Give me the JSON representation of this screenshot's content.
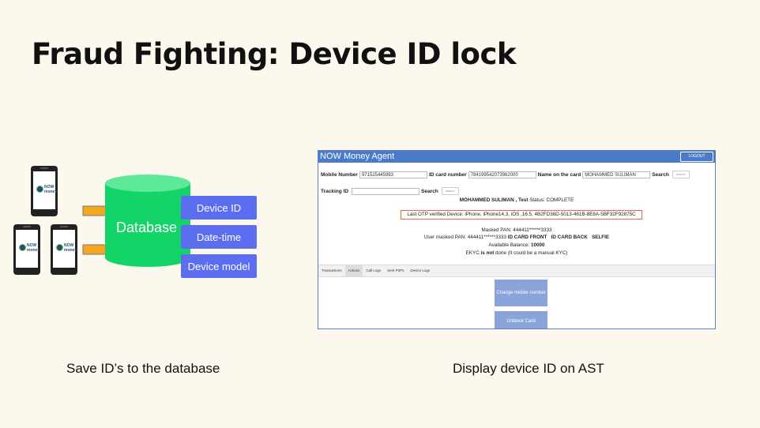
{
  "slide": {
    "title": "Fraud Fighting: Device ID lock",
    "left_caption": "Save ID’s to the database",
    "right_caption": "Display device ID on AST"
  },
  "phone_logo": "NOW",
  "phone_logo_sub": "money",
  "database": {
    "label": "Database",
    "fields": [
      "Device ID",
      "Date-time",
      "Device model"
    ]
  },
  "ast": {
    "header_title": "NOW Money Agent",
    "logout_label": "LOGOUT",
    "mobile_label": "Mobile Number",
    "mobile_value": "971525445983",
    "idcard_label": "ID card number",
    "idcard_value": "784199542073962000",
    "name_label": "Name on the card",
    "name_value": "MOHAMMED SULIMAN",
    "search_label": "Search",
    "search_btn": "search",
    "tracking_label": "Tracking ID",
    "tracking_value": "",
    "customer_name": "MOHAMMED SULIMAN , Test",
    "status_label": "Status:",
    "status_value": "COMPLETE",
    "otp_device": "Last OTP verified Device: iPhone, iPhone14,3, iOS ,16.5, 4B2FD36D-5013-461B-8E8A-5BF32F92875C",
    "masked_pan": "Masked PAN: 444411******3333",
    "user_masked_pan": "User masked PAN: 444411******3333",
    "id_card_front": "ID CARD FRONT",
    "id_card_back": "ID CARD BACK",
    "selfie": "SELFIE",
    "balance_label": "Available Balance:",
    "balance_value": "10000",
    "ekyc_prefix": "EKYC",
    "ekyc_bold": "is not",
    "ekyc_suffix": "done (It could be a manual KYC)",
    "tabs": [
      "Transactions",
      "Actions",
      "Call Logs",
      "Sent P2Ps",
      "Device Logs"
    ],
    "action_change_mobile": "Change mobile number",
    "action_unblock": "Unblock Card"
  },
  "colors": {
    "background": "#fdf8ee",
    "db_green": "#12d467",
    "field_blue": "#5b6ef0",
    "arrow_orange": "#f5a623",
    "ast_header": "#4a7bc8",
    "otp_border": "#e06c4a"
  }
}
